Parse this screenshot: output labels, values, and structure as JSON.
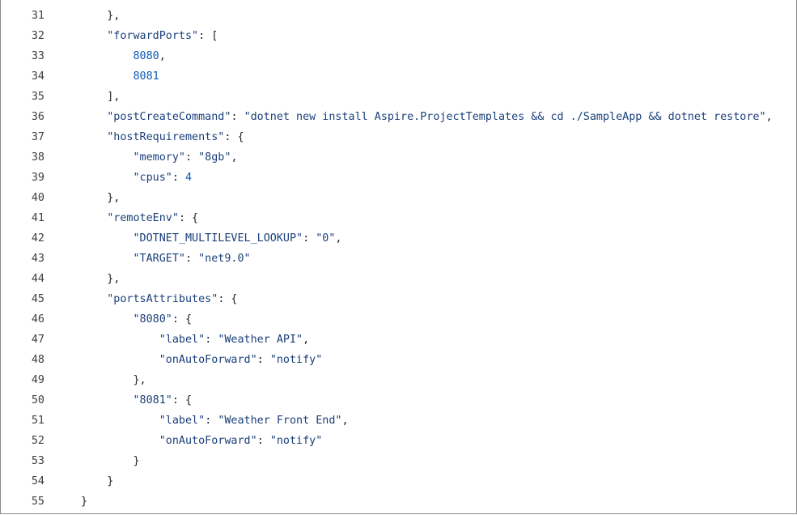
{
  "indent_unit": "    ",
  "colors": {
    "background": "#ffffff",
    "line_number": "#404040",
    "key": "#1a3f7a",
    "string": "#1a3f7a",
    "number": "#0b5bb5",
    "punctuation": "#1f2328",
    "border": "#8a8a8a"
  },
  "lines": [
    {
      "n": "31",
      "indent": 1,
      "tokens": [
        {
          "t": "punc",
          "v": "},"
        }
      ]
    },
    {
      "n": "32",
      "indent": 1,
      "tokens": [
        {
          "t": "key",
          "v": "\"forwardPorts\""
        },
        {
          "t": "punc",
          "v": ": ["
        }
      ]
    },
    {
      "n": "33",
      "indent": 2,
      "tokens": [
        {
          "t": "num",
          "v": "8080"
        },
        {
          "t": "punc",
          "v": ","
        }
      ]
    },
    {
      "n": "34",
      "indent": 2,
      "tokens": [
        {
          "t": "num",
          "v": "8081"
        }
      ]
    },
    {
      "n": "35",
      "indent": 1,
      "tokens": [
        {
          "t": "punc",
          "v": "],"
        }
      ]
    },
    {
      "n": "36",
      "indent": 1,
      "tokens": [
        {
          "t": "key",
          "v": "\"postCreateCommand\""
        },
        {
          "t": "punc",
          "v": ": "
        },
        {
          "t": "str",
          "v": "\"dotnet new install Aspire.ProjectTemplates && cd ./SampleApp && dotnet restore\""
        },
        {
          "t": "punc",
          "v": ","
        }
      ]
    },
    {
      "n": "37",
      "indent": 1,
      "tokens": [
        {
          "t": "key",
          "v": "\"hostRequirements\""
        },
        {
          "t": "punc",
          "v": ": {"
        }
      ]
    },
    {
      "n": "38",
      "indent": 2,
      "tokens": [
        {
          "t": "key",
          "v": "\"memory\""
        },
        {
          "t": "punc",
          "v": ": "
        },
        {
          "t": "str",
          "v": "\"8gb\""
        },
        {
          "t": "punc",
          "v": ","
        }
      ]
    },
    {
      "n": "39",
      "indent": 2,
      "tokens": [
        {
          "t": "key",
          "v": "\"cpus\""
        },
        {
          "t": "punc",
          "v": ": "
        },
        {
          "t": "num",
          "v": "4"
        }
      ]
    },
    {
      "n": "40",
      "indent": 1,
      "tokens": [
        {
          "t": "punc",
          "v": "},"
        }
      ]
    },
    {
      "n": "41",
      "indent": 1,
      "tokens": [
        {
          "t": "key",
          "v": "\"remoteEnv\""
        },
        {
          "t": "punc",
          "v": ": {"
        }
      ]
    },
    {
      "n": "42",
      "indent": 2,
      "tokens": [
        {
          "t": "key",
          "v": "\"DOTNET_MULTILEVEL_LOOKUP\""
        },
        {
          "t": "punc",
          "v": ": "
        },
        {
          "t": "str",
          "v": "\"0\""
        },
        {
          "t": "punc",
          "v": ","
        }
      ]
    },
    {
      "n": "43",
      "indent": 2,
      "tokens": [
        {
          "t": "key",
          "v": "\"TARGET\""
        },
        {
          "t": "punc",
          "v": ": "
        },
        {
          "t": "str",
          "v": "\"net9.0\""
        }
      ]
    },
    {
      "n": "44",
      "indent": 1,
      "tokens": [
        {
          "t": "punc",
          "v": "},"
        }
      ]
    },
    {
      "n": "45",
      "indent": 1,
      "tokens": [
        {
          "t": "key",
          "v": "\"portsAttributes\""
        },
        {
          "t": "punc",
          "v": ": {"
        }
      ]
    },
    {
      "n": "46",
      "indent": 2,
      "tokens": [
        {
          "t": "key",
          "v": "\"8080\""
        },
        {
          "t": "punc",
          "v": ": {"
        }
      ]
    },
    {
      "n": "47",
      "indent": 3,
      "tokens": [
        {
          "t": "key",
          "v": "\"label\""
        },
        {
          "t": "punc",
          "v": ": "
        },
        {
          "t": "str",
          "v": "\"Weather API\""
        },
        {
          "t": "punc",
          "v": ","
        }
      ]
    },
    {
      "n": "48",
      "indent": 3,
      "tokens": [
        {
          "t": "key",
          "v": "\"onAutoForward\""
        },
        {
          "t": "punc",
          "v": ": "
        },
        {
          "t": "str",
          "v": "\"notify\""
        }
      ]
    },
    {
      "n": "49",
      "indent": 2,
      "tokens": [
        {
          "t": "punc",
          "v": "},"
        }
      ]
    },
    {
      "n": "50",
      "indent": 2,
      "tokens": [
        {
          "t": "key",
          "v": "\"8081\""
        },
        {
          "t": "punc",
          "v": ": {"
        }
      ]
    },
    {
      "n": "51",
      "indent": 3,
      "tokens": [
        {
          "t": "key",
          "v": "\"label\""
        },
        {
          "t": "punc",
          "v": ": "
        },
        {
          "t": "str",
          "v": "\"Weather Front End\""
        },
        {
          "t": "punc",
          "v": ","
        }
      ]
    },
    {
      "n": "52",
      "indent": 3,
      "tokens": [
        {
          "t": "key",
          "v": "\"onAutoForward\""
        },
        {
          "t": "punc",
          "v": ": "
        },
        {
          "t": "str",
          "v": "\"notify\""
        }
      ]
    },
    {
      "n": "53",
      "indent": 2,
      "tokens": [
        {
          "t": "punc",
          "v": "}"
        }
      ]
    },
    {
      "n": "54",
      "indent": 1,
      "tokens": [
        {
          "t": "punc",
          "v": "}"
        }
      ]
    },
    {
      "n": "55",
      "indent": 0,
      "tokens": [
        {
          "t": "punc",
          "v": "}"
        }
      ]
    }
  ]
}
